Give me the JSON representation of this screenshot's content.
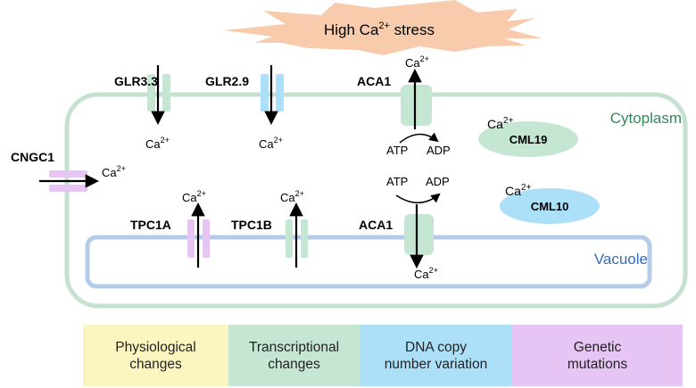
{
  "stress": {
    "label_pre": "High Ca",
    "label_sup": "2+",
    "label_post": " stress",
    "color": "#f8cbad"
  },
  "ion": {
    "base": "Ca",
    "charge": "2+"
  },
  "compartments": {
    "cytoplasm": {
      "label": "Cytoplasm",
      "color": "#2e8b57",
      "border": "#c6e1d0"
    },
    "vacuole": {
      "label": "Vacuole",
      "color": "#2f6ebc",
      "border": "#b4cce9"
    }
  },
  "channels": {
    "glr33": {
      "label": "GLR3.3",
      "color": "#c6e6d4"
    },
    "glr29": {
      "label": "GLR2.9",
      "color": "#ace0f8"
    },
    "aca1_pm": {
      "label": "ACA1",
      "color": "#c6e6d4"
    },
    "cngc1": {
      "label": "CNGC1",
      "color": "#e6c4f4"
    },
    "tpc1a": {
      "label": "TPC1A",
      "color": "#e6c4f4"
    },
    "tpc1b": {
      "label": "TPC1B",
      "color": "#c6e6d4"
    },
    "aca1_vac": {
      "label": "ACA1",
      "color": "#c6e6d4"
    }
  },
  "atp": {
    "atp": "ATP",
    "adp": "ADP"
  },
  "proteins": {
    "cml19": {
      "label": "CML19",
      "color": "#c6e6d4"
    },
    "cml10": {
      "label": "CML10",
      "color": "#ace0f8"
    }
  },
  "legend": [
    {
      "line1": "Physiological",
      "line2": "changes",
      "color": "#fdf5c0"
    },
    {
      "line1": "Transcriptional",
      "line2": "changes",
      "color": "#c6e6d4"
    },
    {
      "line1": "DNA copy",
      "line2": "number variation",
      "color": "#ace0f8"
    },
    {
      "line1": "Genetic",
      "line2": "mutations",
      "color": "#e6c4f4"
    }
  ]
}
